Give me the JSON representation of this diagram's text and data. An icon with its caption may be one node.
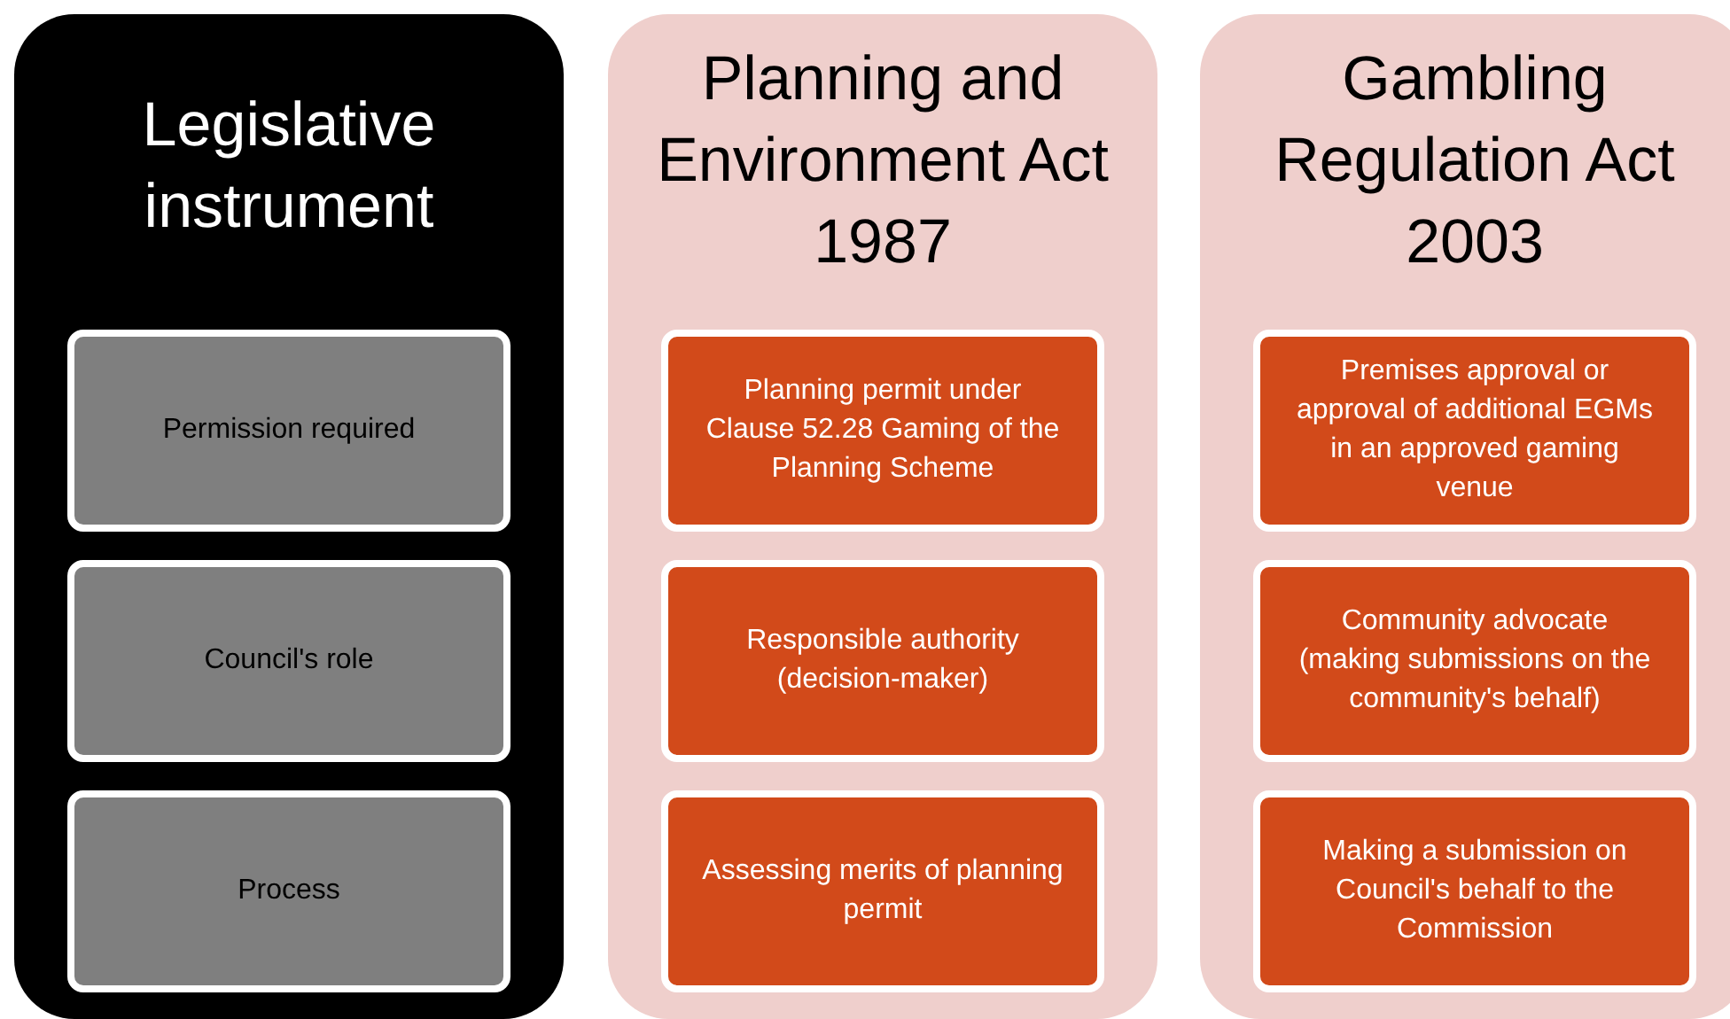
{
  "diagram": {
    "nodes": [
      {
        "text": [
          "Legislative instrument"
        ]
      },
      {
        "text": [
          "Permission required"
        ],
        "in": 0
      },
      {
        "text": [
          "Council's role"
        ],
        "in": 0
      },
      {
        "text": [
          "Process"
        ],
        "in": 0
      },
      {
        "text": [
          "Planning and Environment Act 1987"
        ]
      },
      {
        "text": [
          "Planning permit under Clause 52.28 Gaming of the Planning Scheme"
        ],
        "in": 4
      },
      {
        "text": [
          "Responsible authority (decision-maker)"
        ],
        "in": 4
      },
      {
        "text": [
          "Assessing merits of planning permit"
        ],
        "in": 4
      },
      {
        "text": [
          "Gambling Regulation Act 2003"
        ]
      },
      {
        "text": [
          "Premises approval or approval of additional EGMs in an approved gaming venue"
        ],
        "in": 8
      },
      {
        "text": [
          "Community advocate (making submissions on the community's behalf)"
        ],
        "in": 8
      },
      {
        "text": [
          "Making a submission on Council's behalf to the Commission"
        ],
        "in": 8
      }
    ],
    "edges": []
  }
}
